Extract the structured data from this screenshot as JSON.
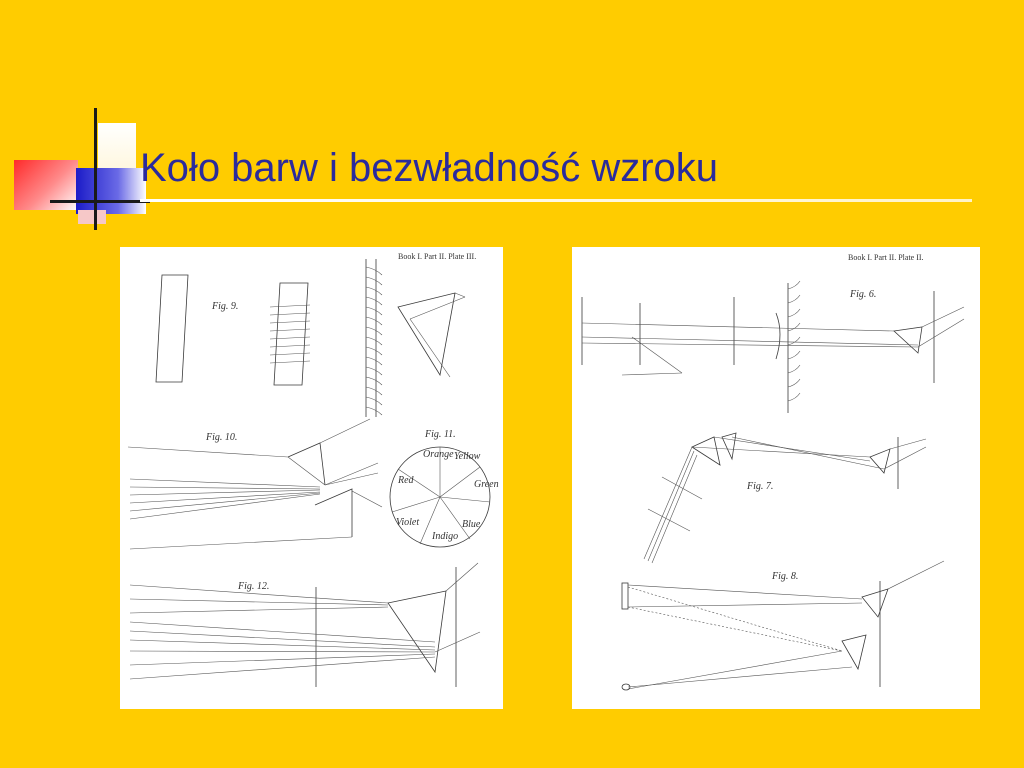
{
  "slide": {
    "title": "Koło barw i bezwładność wzroku"
  },
  "plates": {
    "left": {
      "header": "Book I. Part II. Plate III.",
      "figures": [
        "Fig. 9.",
        "Fig. 10.",
        "Fig. 11.",
        "Fig. 12."
      ],
      "wheel_labels": [
        "Red",
        "Orange",
        "Yellow",
        "Green",
        "Blue",
        "Indigo",
        "Violet"
      ]
    },
    "right": {
      "header": "Book I. Part II. Plate II.",
      "figures": [
        "Fig. 6.",
        "Fig. 7.",
        "Fig. 8."
      ]
    }
  },
  "colors": {
    "background": "#FFCC00",
    "title": "#2B2B9C"
  }
}
